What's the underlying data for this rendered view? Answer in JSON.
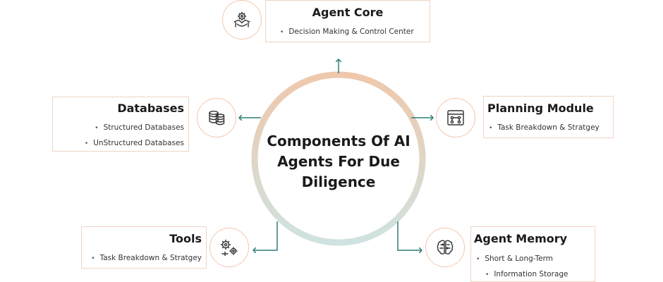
{
  "center": {
    "title": "Components Of AI Agents For Due Diligence"
  },
  "colors": {
    "ring_top": "#efc8ac",
    "ring_bottom": "#cfe3e0",
    "arrow": "#2e7d7a",
    "card_border": "#f0d3c2",
    "icon_stroke": "#333333"
  },
  "components": {
    "agent_core": {
      "title": "Agent Core",
      "items": [
        "Decision Making & Control Center"
      ],
      "icon": "hand-gear-icon"
    },
    "planning_module": {
      "title": "Planning Module",
      "items": [
        "Task Breakdown & Stratgey"
      ],
      "icon": "planning-board-icon"
    },
    "agent_memory": {
      "title": "Agent Memory",
      "items": [
        "Short & Long-Term",
        "Information Storage"
      ],
      "icon": "brain-icon"
    },
    "tools": {
      "title": "Tools",
      "items": [
        "Task Breakdown & Stratgey"
      ],
      "icon": "gears-icon"
    },
    "databases": {
      "title": "Databases",
      "items": [
        "Structured Databases",
        "UnStructured Databases"
      ],
      "icon": "database-icon"
    }
  }
}
